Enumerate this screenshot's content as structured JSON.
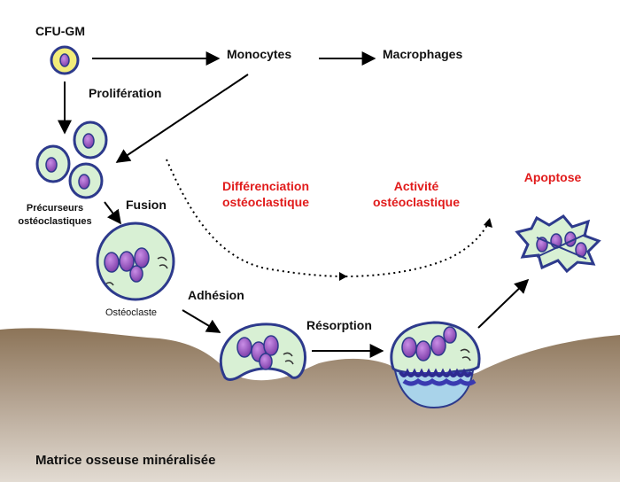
{
  "labels": {
    "cfu_gm": "CFU-GM",
    "monocytes": "Monocytes",
    "macrophages": "Macrophages",
    "proliferation": "Prolifération",
    "precurseurs_line1": "Précurseurs",
    "precurseurs_line2": "ostéoclastiques",
    "fusion": "Fusion",
    "osteoclaste": "Ostéoclaste",
    "adhesion": "Adhésion",
    "resorption": "Résorption",
    "differenciation_line1": "Différenciation",
    "differenciation_line2": "ostéoclastique",
    "activite_line1": "Activité",
    "activite_line2": "ostéoclastique",
    "apoptose": "Apoptose",
    "matrice": "Matrice osseuse minéralisée"
  },
  "colors": {
    "cell_fill": "#d8f0d4",
    "cell_border": "#2d3a8c",
    "nucleus": "#9a4fc4",
    "cfu_fill": "#f2ec7a",
    "bone_top": "#8c7458",
    "bone_bottom": "#d8cfc4",
    "resorption_pit": "#a9d3ea",
    "highlight_text": "#e11b1b"
  }
}
